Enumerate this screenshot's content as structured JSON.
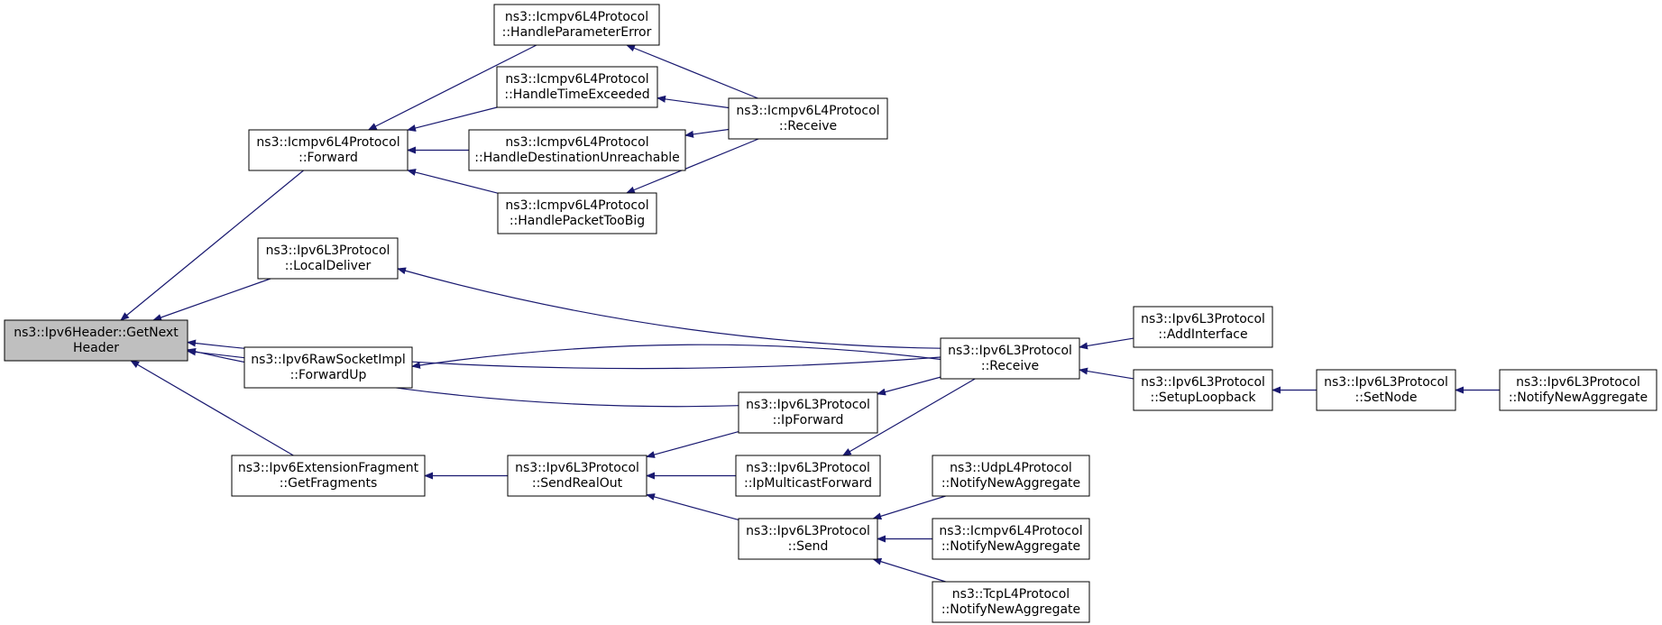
{
  "colors": {
    "edge": "#191970",
    "focus_fill": "#bfbfbf",
    "node_fill": "#ffffff",
    "node_stroke": "#000000"
  },
  "nodes": [
    {
      "id": "getnext",
      "lines": [
        "ns3::Ipv6Header::GetNext",
        "Header"
      ],
      "focus": true
    },
    {
      "id": "icmp_forward",
      "lines": [
        "ns3::Icmpv6L4Protocol",
        "::Forward"
      ]
    },
    {
      "id": "localdeliver",
      "lines": [
        "ns3::Ipv6L3Protocol",
        "::LocalDeliver"
      ]
    },
    {
      "id": "rawforwardup",
      "lines": [
        "ns3::Ipv6RawSocketImpl",
        "::ForwardUp"
      ]
    },
    {
      "id": "getfragments",
      "lines": [
        "ns3::Ipv6ExtensionFragment",
        "::GetFragments"
      ]
    },
    {
      "id": "paramerror",
      "lines": [
        "ns3::Icmpv6L4Protocol",
        "::HandleParameterError"
      ]
    },
    {
      "id": "timeexceeded",
      "lines": [
        "ns3::Icmpv6L4Protocol",
        "::HandleTimeExceeded"
      ]
    },
    {
      "id": "destunreach",
      "lines": [
        "ns3::Icmpv6L4Protocol",
        "::HandleDestinationUnreachable"
      ]
    },
    {
      "id": "pkttoobig",
      "lines": [
        "ns3::Icmpv6L4Protocol",
        "::HandlePacketTooBig"
      ]
    },
    {
      "id": "icmp_receive",
      "lines": [
        "ns3::Icmpv6L4Protocol",
        "::Receive"
      ]
    },
    {
      "id": "ipv6_receive",
      "lines": [
        "ns3::Ipv6L3Protocol",
        "::Receive"
      ]
    },
    {
      "id": "ipforward",
      "lines": [
        "ns3::Ipv6L3Protocol",
        "::IpForward"
      ]
    },
    {
      "id": "sendrealout",
      "lines": [
        "ns3::Ipv6L3Protocol",
        "::SendRealOut"
      ]
    },
    {
      "id": "ipmcforward",
      "lines": [
        "ns3::Ipv6L3Protocol",
        "::IpMulticastForward"
      ]
    },
    {
      "id": "send",
      "lines": [
        "ns3::Ipv6L3Protocol",
        "::Send"
      ]
    },
    {
      "id": "addinterface",
      "lines": [
        "ns3::Ipv6L3Protocol",
        "::AddInterface"
      ]
    },
    {
      "id": "setuploopback",
      "lines": [
        "ns3::Ipv6L3Protocol",
        "::SetupLoopback"
      ]
    },
    {
      "id": "setnode",
      "lines": [
        "ns3::Ipv6L3Protocol",
        "::SetNode"
      ]
    },
    {
      "id": "notify_ipv6",
      "lines": [
        "ns3::Ipv6L3Protocol",
        "::NotifyNewAggregate"
      ]
    },
    {
      "id": "notify_udp",
      "lines": [
        "ns3::UdpL4Protocol",
        "::NotifyNewAggregate"
      ]
    },
    {
      "id": "notify_icmp",
      "lines": [
        "ns3::Icmpv6L4Protocol",
        "::NotifyNewAggregate"
      ]
    },
    {
      "id": "notify_tcp",
      "lines": [
        "ns3::TcpL4Protocol",
        "::NotifyNewAggregate"
      ]
    }
  ],
  "edges": [
    {
      "from": "icmp_forward",
      "to": "getnext"
    },
    {
      "from": "localdeliver",
      "to": "getnext"
    },
    {
      "from": "ipv6_receive",
      "to": "getnext"
    },
    {
      "from": "rawforwardup",
      "to": "getnext"
    },
    {
      "from": "ipforward",
      "to": "getnext"
    },
    {
      "from": "getfragments",
      "to": "getnext"
    },
    {
      "from": "paramerror",
      "to": "icmp_forward"
    },
    {
      "from": "timeexceeded",
      "to": "icmp_forward"
    },
    {
      "from": "destunreach",
      "to": "icmp_forward"
    },
    {
      "from": "pkttoobig",
      "to": "icmp_forward"
    },
    {
      "from": "icmp_receive",
      "to": "paramerror"
    },
    {
      "from": "icmp_receive",
      "to": "timeexceeded"
    },
    {
      "from": "icmp_receive",
      "to": "destunreach"
    },
    {
      "from": "icmp_receive",
      "to": "pkttoobig"
    },
    {
      "from": "ipv6_receive",
      "to": "localdeliver"
    },
    {
      "from": "ipv6_receive",
      "to": "rawforwardup"
    },
    {
      "from": "ipv6_receive",
      "to": "ipforward"
    },
    {
      "from": "ipv6_receive",
      "to": "ipmcforward"
    },
    {
      "from": "addinterface",
      "to": "ipv6_receive"
    },
    {
      "from": "setuploopback",
      "to": "ipv6_receive"
    },
    {
      "from": "setnode",
      "to": "setuploopback"
    },
    {
      "from": "notify_ipv6",
      "to": "setnode"
    },
    {
      "from": "sendrealout",
      "to": "getfragments"
    },
    {
      "from": "ipforward",
      "to": "sendrealout"
    },
    {
      "from": "ipmcforward",
      "to": "sendrealout"
    },
    {
      "from": "send",
      "to": "sendrealout"
    },
    {
      "from": "notify_udp",
      "to": "send"
    },
    {
      "from": "notify_icmp",
      "to": "send"
    },
    {
      "from": "notify_tcp",
      "to": "send"
    }
  ]
}
